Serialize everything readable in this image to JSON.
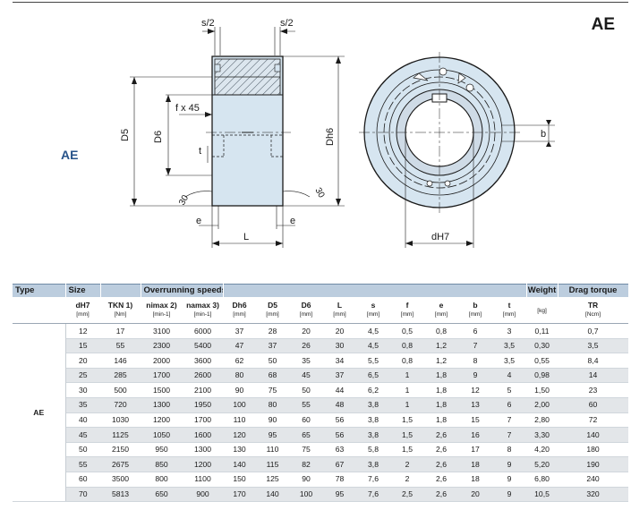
{
  "header": {
    "series_code": "AE",
    "side_label": "AE"
  },
  "drawing_labels": {
    "s_left": "s/2",
    "s_right": "s/2",
    "f_chamfer": "f x 45",
    "d5": "D5",
    "d6": "D6",
    "dh6": "Dh6",
    "t": "t",
    "angle_left": "30",
    "angle_right": "30",
    "e_left": "e",
    "e_right": "e",
    "l": "L",
    "b": "b",
    "dh7": "dH7"
  },
  "table": {
    "group_headers": {
      "type": "Type",
      "size": "Size",
      "speeds": "Overrunning speeds",
      "weight": "Weight",
      "drag": "Drag torque"
    },
    "columns": [
      {
        "sym": "dH7",
        "unit": "[mm]"
      },
      {
        "sym": "TKN 1)",
        "unit": "[Nm]"
      },
      {
        "sym": "nimax 2)",
        "unit": "[min-1]"
      },
      {
        "sym": "namax 3)",
        "unit": "[min-1]"
      },
      {
        "sym": "Dh6",
        "unit": "[mm]"
      },
      {
        "sym": "D5",
        "unit": "[mm]"
      },
      {
        "sym": "D6",
        "unit": "[mm]"
      },
      {
        "sym": "L",
        "unit": "[mm]"
      },
      {
        "sym": "s",
        "unit": "[mm]"
      },
      {
        "sym": "f",
        "unit": "[mm]"
      },
      {
        "sym": "e",
        "unit": "[mm]"
      },
      {
        "sym": "b",
        "unit": "[mm]"
      },
      {
        "sym": "t",
        "unit": "[mm]"
      },
      {
        "sym": "",
        "unit": "[kg]"
      },
      {
        "sym": "TR",
        "unit": "[Ncm]"
      }
    ],
    "type_label": "AE",
    "rows": [
      [
        "12",
        "17",
        "3100",
        "6000",
        "37",
        "28",
        "20",
        "20",
        "4,5",
        "0,5",
        "0,8",
        "6",
        "3",
        "0,11",
        "0,7"
      ],
      [
        "15",
        "55",
        "2300",
        "5400",
        "47",
        "37",
        "26",
        "30",
        "4,5",
        "0,8",
        "1,2",
        "7",
        "3,5",
        "0,30",
        "3,5"
      ],
      [
        "20",
        "146",
        "2000",
        "3600",
        "62",
        "50",
        "35",
        "34",
        "5,5",
        "0,8",
        "1,2",
        "8",
        "3,5",
        "0,55",
        "8,4"
      ],
      [
        "25",
        "285",
        "1700",
        "2600",
        "80",
        "68",
        "45",
        "37",
        "6,5",
        "1",
        "1,8",
        "9",
        "4",
        "0,98",
        "14"
      ],
      [
        "30",
        "500",
        "1500",
        "2100",
        "90",
        "75",
        "50",
        "44",
        "6,2",
        "1",
        "1,8",
        "12",
        "5",
        "1,50",
        "23"
      ],
      [
        "35",
        "720",
        "1300",
        "1950",
        "100",
        "80",
        "55",
        "48",
        "3,8",
        "1",
        "1,8",
        "13",
        "6",
        "2,00",
        "60"
      ],
      [
        "40",
        "1030",
        "1200",
        "1700",
        "110",
        "90",
        "60",
        "56",
        "3,8",
        "1,5",
        "1,8",
        "15",
        "7",
        "2,80",
        "72"
      ],
      [
        "45",
        "1125",
        "1050",
        "1600",
        "120",
        "95",
        "65",
        "56",
        "3,8",
        "1,5",
        "2,6",
        "16",
        "7",
        "3,30",
        "140"
      ],
      [
        "50",
        "2150",
        "950",
        "1300",
        "130",
        "110",
        "75",
        "63",
        "5,8",
        "1,5",
        "2,6",
        "17",
        "8",
        "4,20",
        "180"
      ],
      [
        "55",
        "2675",
        "850",
        "1200",
        "140",
        "115",
        "82",
        "67",
        "3,8",
        "2",
        "2,6",
        "18",
        "9",
        "5,20",
        "190"
      ],
      [
        "60",
        "3500",
        "800",
        "1100",
        "150",
        "125",
        "90",
        "78",
        "7,6",
        "2",
        "2,6",
        "18",
        "9",
        "6,80",
        "240"
      ],
      [
        "70",
        "5813",
        "650",
        "900",
        "170",
        "140",
        "100",
        "95",
        "7,6",
        "2,5",
        "2,6",
        "20",
        "9",
        "10,5",
        "320"
      ]
    ]
  }
}
